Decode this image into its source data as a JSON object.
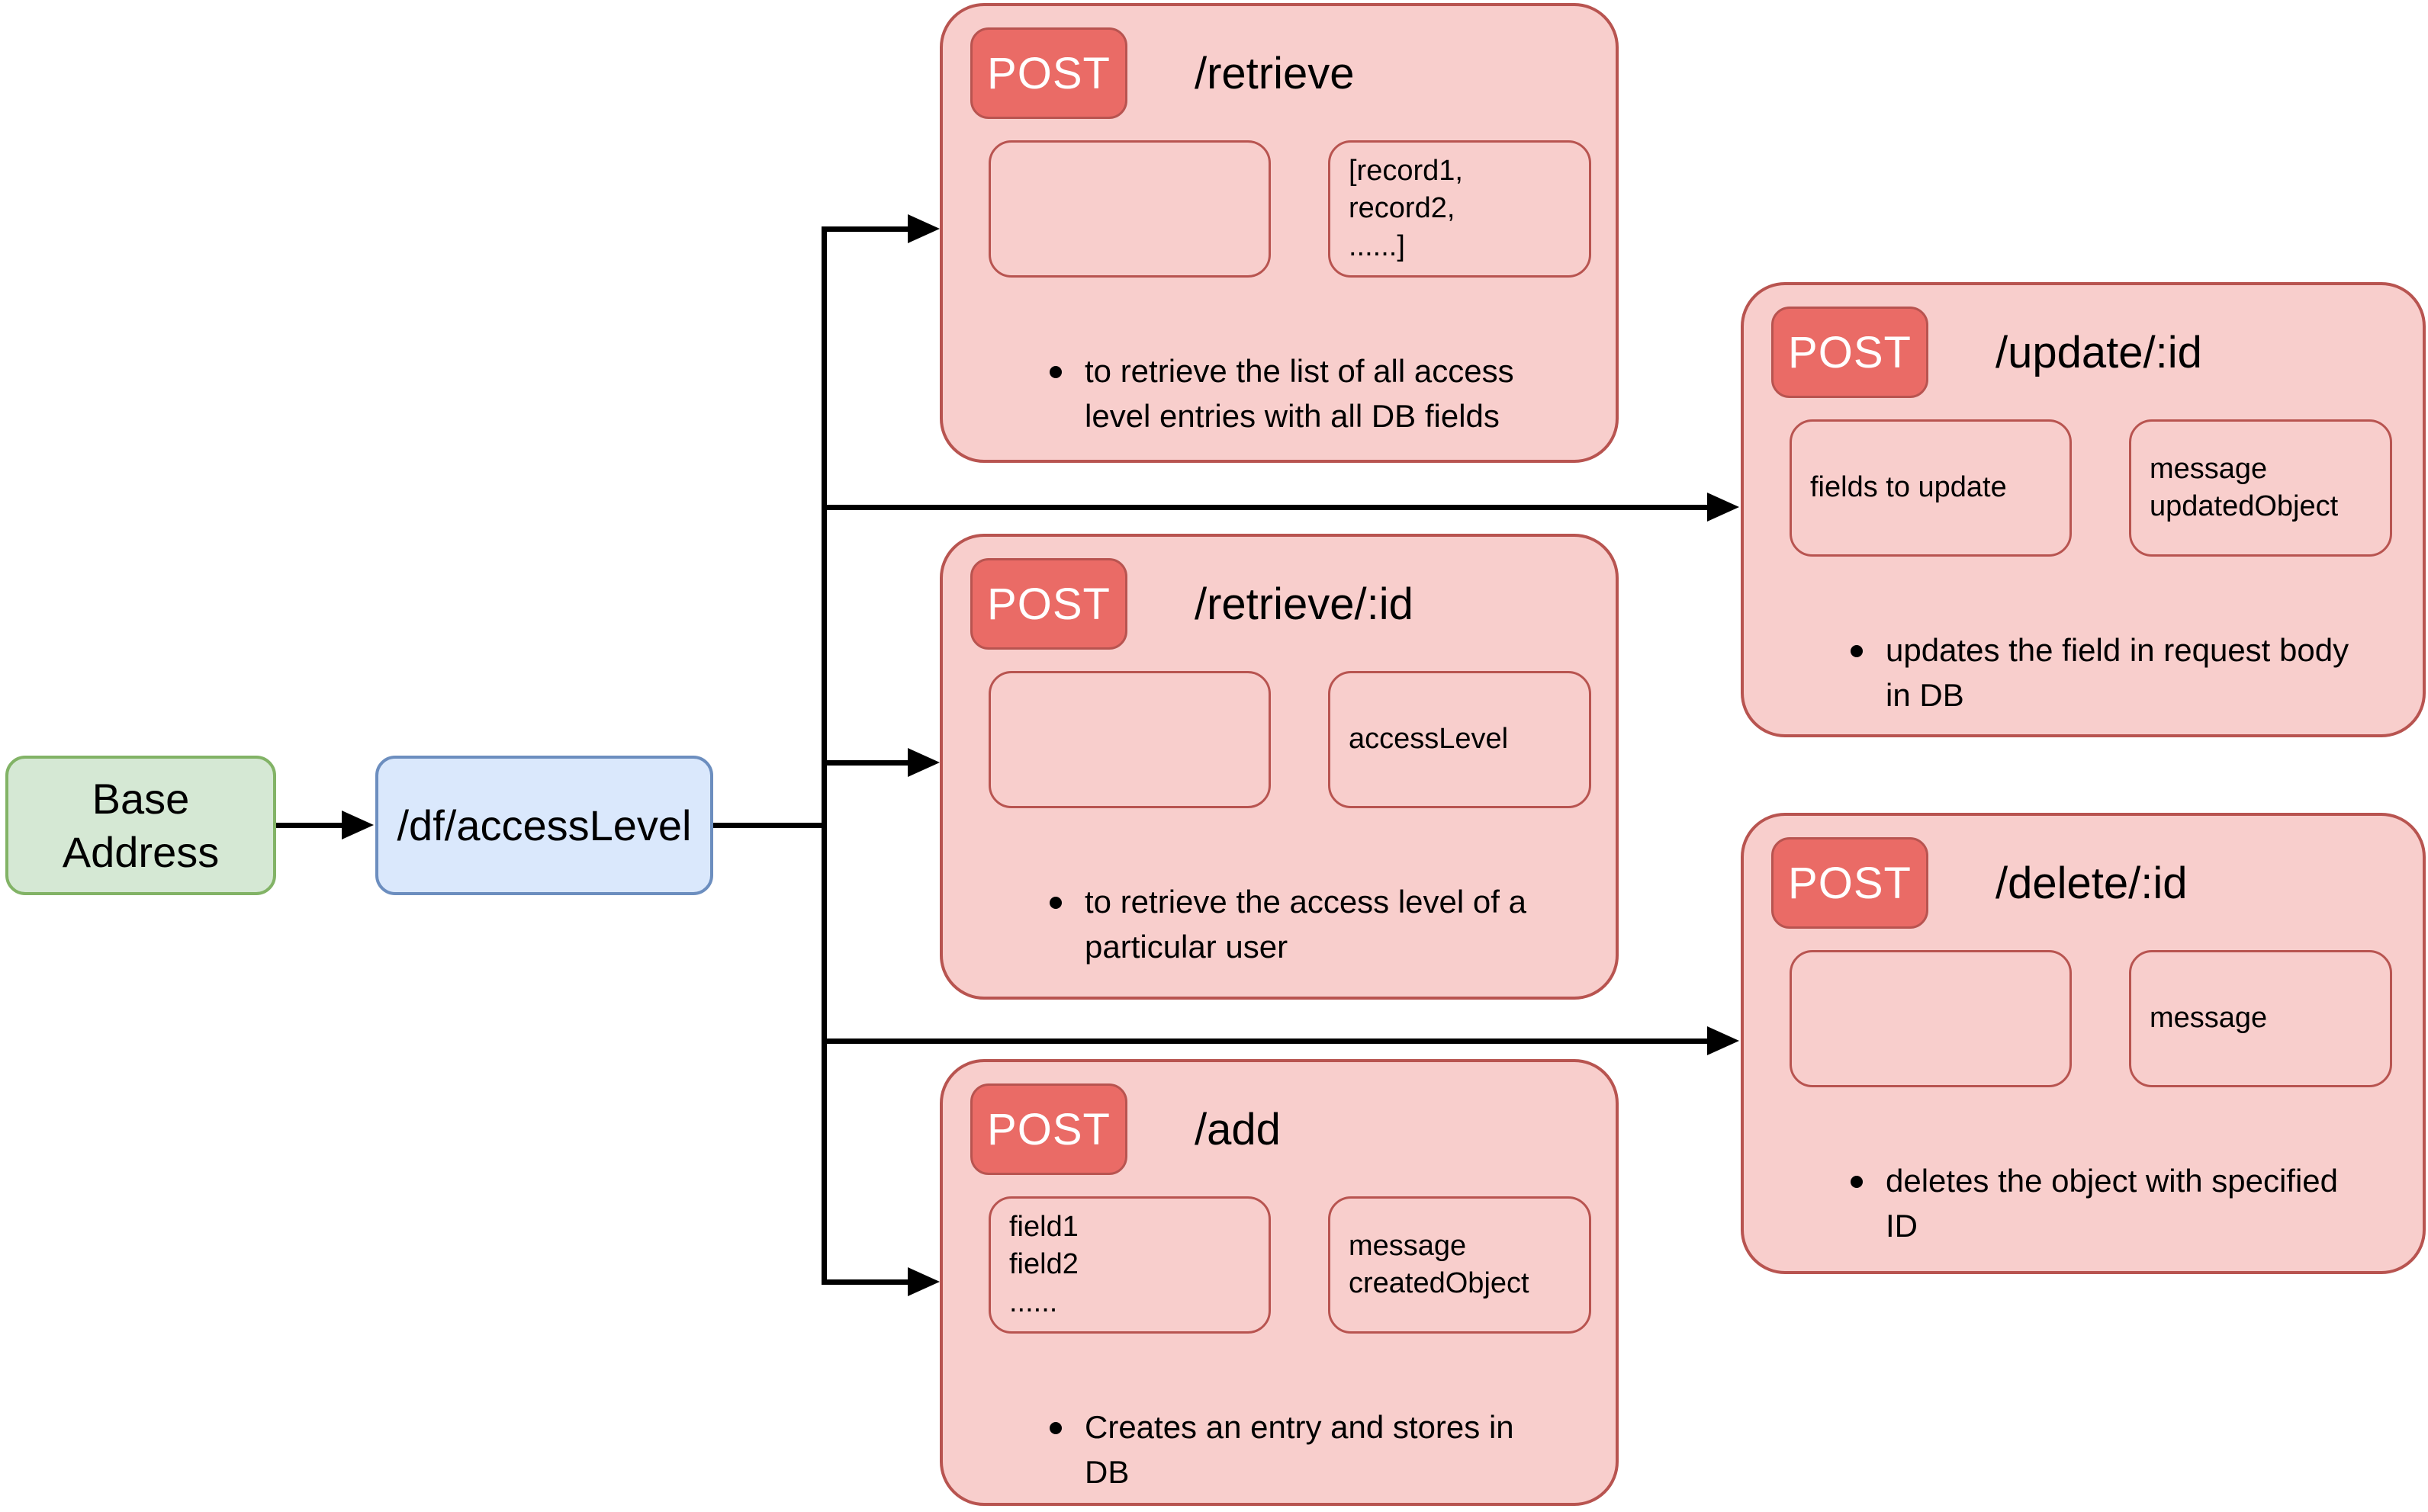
{
  "diagram": {
    "nodes": {
      "base": {
        "label": "Base\nAddress"
      },
      "path": {
        "label": "/df/accessLevel"
      }
    },
    "cards": {
      "retrieve": {
        "method": "POST",
        "title": "/retrieve",
        "request": "",
        "response": "[record1,\nrecord2,\n......]",
        "description": "to retrieve the list of all access\nlevel entries with all DB fields"
      },
      "update": {
        "method": "POST",
        "title": "/update/:id",
        "request": "fields to update",
        "response": "message\nupdatedObject",
        "description": "updates the field in request body\nin DB"
      },
      "retrieve_id": {
        "method": "POST",
        "title": "/retrieve/:id",
        "request": "",
        "response": "accessLevel",
        "description": "to retrieve the access level of a\nparticular user"
      },
      "delete": {
        "method": "POST",
        "title": "/delete/:id",
        "request": "",
        "response": "message",
        "description": "deletes the object with specified\nID"
      },
      "add": {
        "method": "POST",
        "title": "/add",
        "request": "field1\nfield2\n......",
        "response": "message\ncreatedObject",
        "description": "Creates an entry and stores in\nDB"
      }
    },
    "colors": {
      "card_fill": "#f8cecc",
      "card_border": "#b85450",
      "badge_fill": "#ea6b66",
      "badge_text": "#ffffff",
      "base_fill": "#d5e8d4",
      "base_border": "#82b366",
      "path_fill": "#dae8fc",
      "path_border": "#6c8ebf",
      "connector": "#000000"
    }
  }
}
